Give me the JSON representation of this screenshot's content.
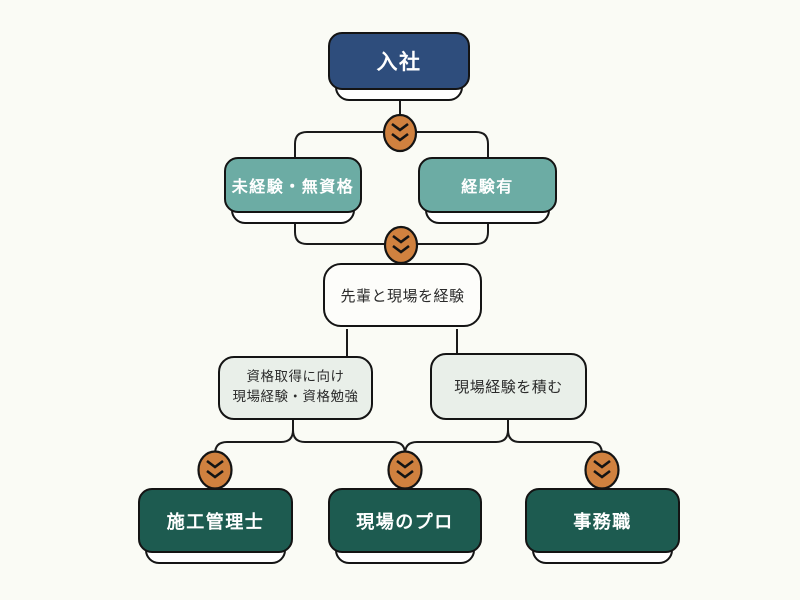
{
  "diagram": {
    "type": "flowchart",
    "background": "#fafbf5",
    "colors": {
      "navy": "#2e4d7c",
      "teal": "#6caca4",
      "dark_green": "#1d5b50",
      "light_gray_green": "#e9efe9",
      "white_box": "#fdfdfa",
      "orange": "#d0813f",
      "line": "#1a1a1a",
      "text_dark": "#2b2b2b",
      "text_light": "#ffffff"
    },
    "icons": {
      "arrow": "double-chevron-down"
    },
    "nodes": {
      "hire": {
        "label": "入社"
      },
      "no_experience": {
        "label": "未経験・無資格"
      },
      "experienced": {
        "label": "経験有"
      },
      "senior_site": {
        "label": "先輩と現場を経験"
      },
      "qualification": {
        "line1": "資格取得に向け",
        "line2": "現場経験・資格勉強"
      },
      "site_experience": {
        "label": "現場経験を積む"
      },
      "construction_manager": {
        "label": "施工管理士"
      },
      "site_pro": {
        "label": "現場のプロ"
      },
      "office_work": {
        "label": "事務職"
      }
    }
  }
}
